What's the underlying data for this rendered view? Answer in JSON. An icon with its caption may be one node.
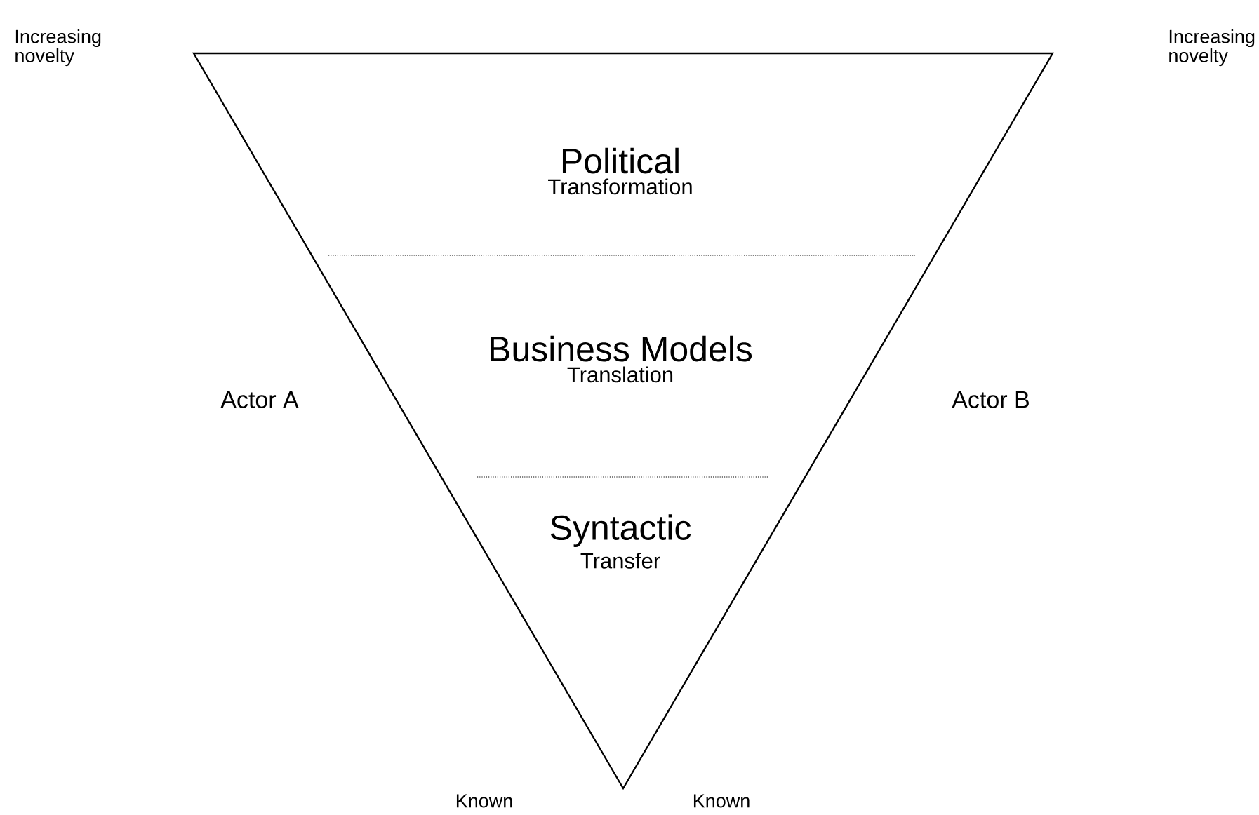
{
  "diagram": {
    "nodes": [
      {
        "text": [],
        "shape": "triangle"
      },
      {
        "text": [
          "Political",
          "Transformation"
        ],
        "in": 0
      },
      {
        "text": [
          "Business Models",
          "Translation"
        ],
        "in": 0
      },
      {
        "text": [
          "Syntactic",
          "Transfer"
        ],
        "in": 0
      }
    ],
    "labels": [
      "Increasing novelty",
      "Increasing novelty",
      "Actor A",
      "Actor B",
      "Known",
      "Known"
    ]
  }
}
